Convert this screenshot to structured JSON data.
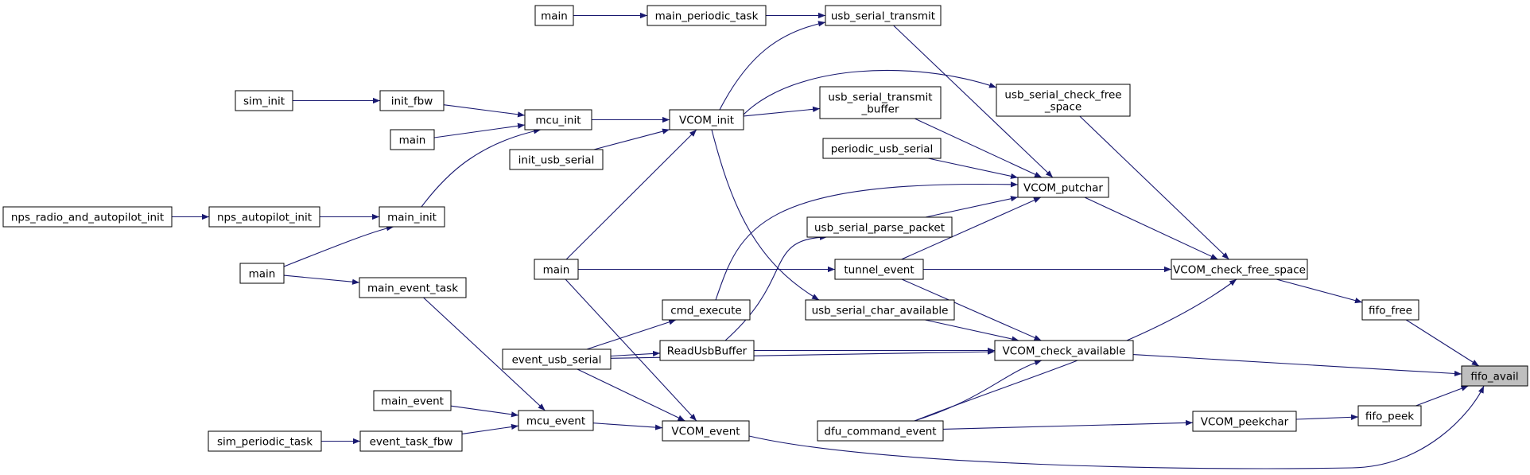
{
  "diagram": {
    "title": "",
    "target": "fifo_avail",
    "colors": {
      "edge": "#191970",
      "node_border": "#000000",
      "highlight_fill": "#bfbfbf"
    },
    "nodes": [
      {
        "id": "main_a",
        "label": "main"
      },
      {
        "id": "main_periodic_task",
        "label": "main_periodic_task"
      },
      {
        "id": "usb_serial_transmit",
        "label": "usb_serial_transmit"
      },
      {
        "id": "sim_init",
        "label": "sim_init"
      },
      {
        "id": "init_fbw",
        "label": "init_fbw"
      },
      {
        "id": "main_b",
        "label": "main"
      },
      {
        "id": "mcu_init",
        "label": "mcu_init"
      },
      {
        "id": "VCOM_init",
        "label": "VCOM_init"
      },
      {
        "id": "usb_serial_check_free_space",
        "label": "usb_serial_check_free\n_space"
      },
      {
        "id": "usb_serial_transmit_buffer",
        "label": "usb_serial_transmit\n_buffer"
      },
      {
        "id": "init_usb_serial",
        "label": "init_usb_serial"
      },
      {
        "id": "periodic_usb_serial",
        "label": "periodic_usb_serial"
      },
      {
        "id": "VCOM_putchar",
        "label": "VCOM_putchar"
      },
      {
        "id": "nps_radio_and_autopilot_init",
        "label": "nps_radio_and_autopilot_init"
      },
      {
        "id": "nps_autopilot_init",
        "label": "nps_autopilot_init"
      },
      {
        "id": "main_init",
        "label": "main_init"
      },
      {
        "id": "usb_serial_parse_packet",
        "label": "usb_serial_parse_packet"
      },
      {
        "id": "main_c",
        "label": "main"
      },
      {
        "id": "main_d",
        "label": "main"
      },
      {
        "id": "tunnel_event",
        "label": "tunnel_event"
      },
      {
        "id": "VCOM_check_free_space",
        "label": "VCOM_check_free_space"
      },
      {
        "id": "main_event_task",
        "label": "main_event_task"
      },
      {
        "id": "usb_serial_char_available",
        "label": "usb_serial_char_available"
      },
      {
        "id": "cmd_execute",
        "label": "cmd_execute"
      },
      {
        "id": "fifo_free",
        "label": "fifo_free"
      },
      {
        "id": "event_usb_serial",
        "label": "event_usb_serial"
      },
      {
        "id": "ReadUsbBuffer",
        "label": "ReadUsbBuffer"
      },
      {
        "id": "VCOM_check_available",
        "label": "VCOM_check_available"
      },
      {
        "id": "fifo_avail",
        "label": "fifo_avail"
      },
      {
        "id": "main_event",
        "label": "main_event"
      },
      {
        "id": "mcu_event",
        "label": "mcu_event"
      },
      {
        "id": "VCOM_peekchar",
        "label": "VCOM_peekchar"
      },
      {
        "id": "fifo_peek",
        "label": "fifo_peek"
      },
      {
        "id": "sim_periodic_task",
        "label": "sim_periodic_task"
      },
      {
        "id": "event_task_fbw",
        "label": "event_task_fbw"
      },
      {
        "id": "VCOM_event",
        "label": "VCOM_event"
      },
      {
        "id": "dfu_command_event",
        "label": "dfu_command_event"
      }
    ],
    "edges": [
      [
        "main_a",
        "main_periodic_task"
      ],
      [
        "main_periodic_task",
        "usb_serial_transmit"
      ],
      [
        "usb_serial_transmit",
        "VCOM_putchar"
      ],
      [
        "VCOM_init",
        "usb_serial_transmit"
      ],
      [
        "VCOM_init",
        "usb_serial_check_free_space"
      ],
      [
        "VCOM_init",
        "usb_serial_transmit_buffer"
      ],
      [
        "usb_serial_check_free_space",
        "VCOM_check_free_space"
      ],
      [
        "usb_serial_transmit_buffer",
        "VCOM_putchar"
      ],
      [
        "sim_init",
        "init_fbw"
      ],
      [
        "init_fbw",
        "mcu_init"
      ],
      [
        "main_b",
        "mcu_init"
      ],
      [
        "mcu_init",
        "VCOM_init"
      ],
      [
        "init_usb_serial",
        "VCOM_init"
      ],
      [
        "main_init",
        "mcu_init"
      ],
      [
        "periodic_usb_serial",
        "VCOM_putchar"
      ],
      [
        "cmd_execute",
        "VCOM_putchar"
      ],
      [
        "usb_serial_parse_packet",
        "VCOM_putchar"
      ],
      [
        "tunnel_event",
        "VCOM_putchar"
      ],
      [
        "VCOM_putchar",
        "VCOM_check_free_space"
      ],
      [
        "nps_radio_and_autopilot_init",
        "nps_autopilot_init"
      ],
      [
        "nps_autopilot_init",
        "main_init"
      ],
      [
        "main_c",
        "main_init"
      ],
      [
        "main_c",
        "main_event_task"
      ],
      [
        "main_d",
        "VCOM_init"
      ],
      [
        "main_d",
        "tunnel_event"
      ],
      [
        "main_d",
        "VCOM_event"
      ],
      [
        "tunnel_event",
        "VCOM_check_free_space"
      ],
      [
        "tunnel_event",
        "VCOM_check_available"
      ],
      [
        "VCOM_check_free_space",
        "fifo_free"
      ],
      [
        "fifo_free",
        "fifo_avail"
      ],
      [
        "main_event_task",
        "mcu_event"
      ],
      [
        "usb_serial_char_available",
        "VCOM_check_available"
      ],
      [
        "VCOM_init",
        "usb_serial_char_available"
      ],
      [
        "event_usb_serial",
        "cmd_execute"
      ],
      [
        "event_usb_serial",
        "ReadUsbBuffer"
      ],
      [
        "event_usb_serial",
        "VCOM_check_available"
      ],
      [
        "event_usb_serial",
        "VCOM_event"
      ],
      [
        "ReadUsbBuffer",
        "usb_serial_parse_packet"
      ],
      [
        "ReadUsbBuffer",
        "VCOM_check_available"
      ],
      [
        "VCOM_check_available",
        "fifo_avail"
      ],
      [
        "dfu_command_event",
        "VCOM_check_available"
      ],
      [
        "dfu_command_event",
        "VCOM_check_free_space"
      ],
      [
        "dfu_command_event",
        "VCOM_peekchar"
      ],
      [
        "VCOM_peekchar",
        "fifo_peek"
      ],
      [
        "fifo_peek",
        "fifo_avail"
      ],
      [
        "main_event",
        "mcu_event"
      ],
      [
        "sim_periodic_task",
        "event_task_fbw"
      ],
      [
        "event_task_fbw",
        "mcu_event"
      ],
      [
        "mcu_event",
        "VCOM_event"
      ],
      [
        "VCOM_event",
        "fifo_avail"
      ]
    ]
  }
}
